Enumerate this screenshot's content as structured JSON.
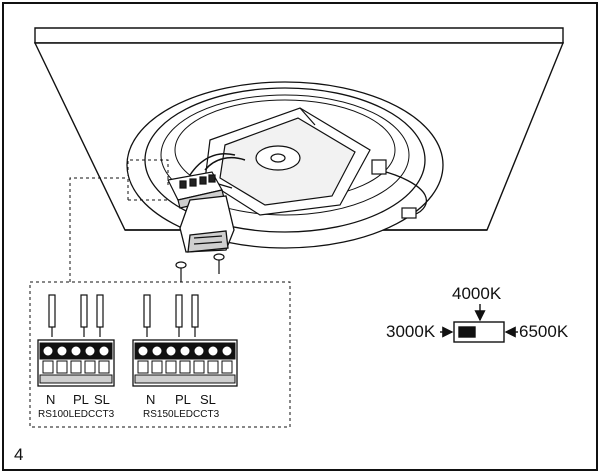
{
  "step_number": "4",
  "terminal_labels_1": {
    "n": "N",
    "pl": "PL",
    "sl": "SL"
  },
  "terminal_labels_2": {
    "n": "N",
    "pl": "PL",
    "sl": "SL"
  },
  "model_1": "RS100LEDCCT3",
  "model_2": "RS150LEDCCT3",
  "cct_switch": {
    "top": "4000K",
    "left": "3000K",
    "right": "6500K"
  },
  "colors": {
    "line": "#111111",
    "fill": "#ffffff",
    "shade": "#cfcfcf"
  }
}
